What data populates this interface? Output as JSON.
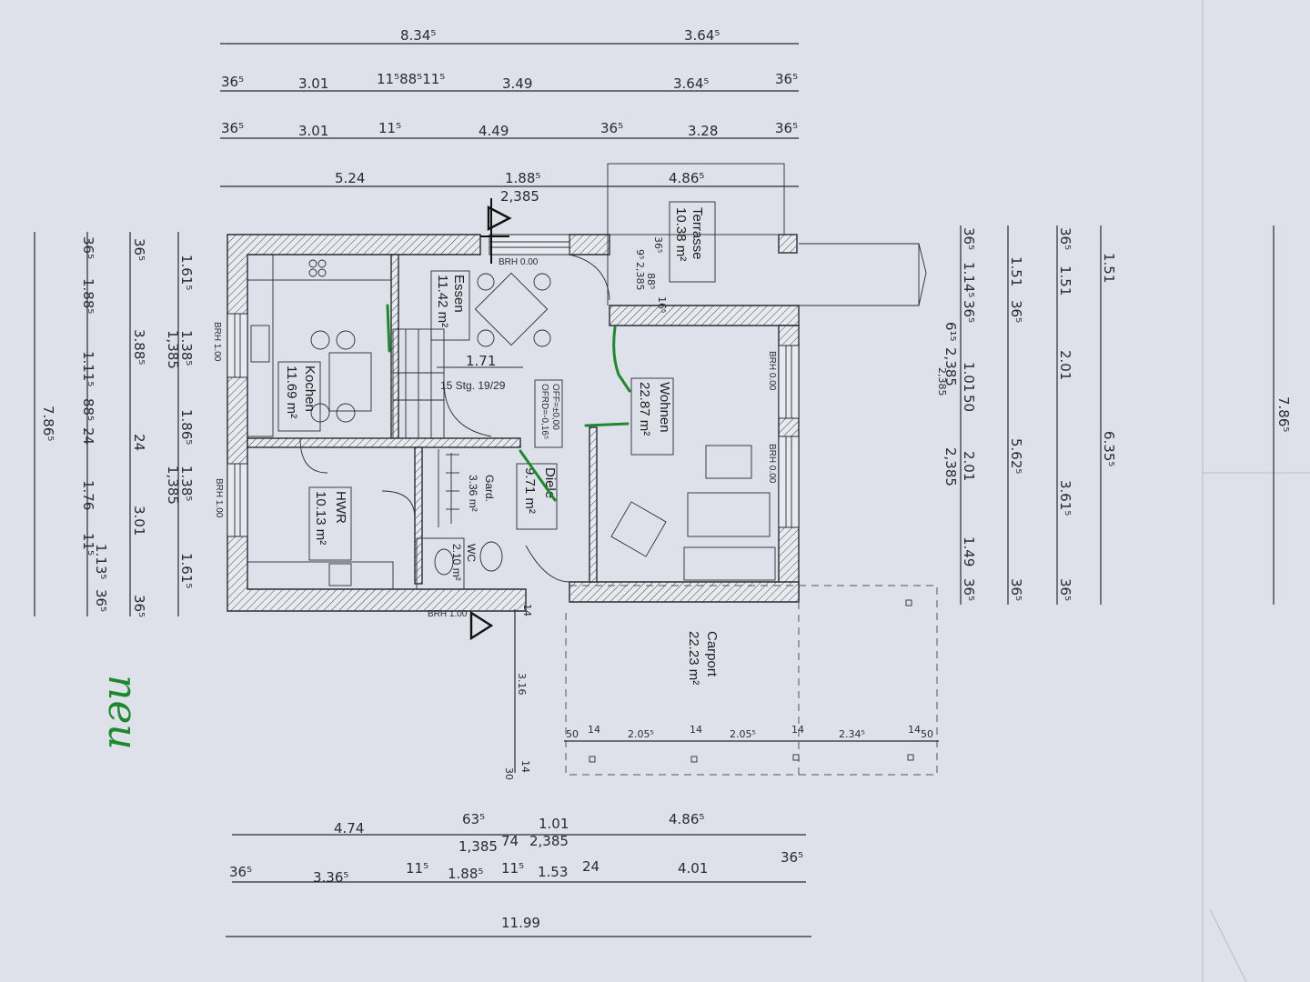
{
  "plan": {
    "dims_top_row1": [
      "8.34⁵",
      "3.64⁵"
    ],
    "dims_top_row2": [
      "36⁵",
      "3.01",
      "11⁵88⁵11⁵",
      "3.49",
      "3.64⁵",
      "36⁵"
    ],
    "dims_top_row3": [
      "36⁵",
      "3.01",
      "11⁵",
      "4.49",
      "36⁵",
      "3.28",
      "36⁵"
    ],
    "dims_top_row4": [
      "5.24",
      "1.88⁵",
      "2,385",
      "4.86⁵"
    ],
    "dims_left_outer": "7.86⁵",
    "dims_left_row2": [
      "36⁵",
      "1.88⁵",
      "1.11⁵",
      "88⁵",
      "24",
      "1.76",
      "11⁵",
      "1.13⁵",
      "36⁵"
    ],
    "dims_left_row3": [
      "36⁵",
      "3.88⁵",
      "24",
      "3.01",
      "36⁵"
    ],
    "dims_left_row4": [
      "1.61⁵",
      "1.38⁵",
      "1,385",
      "1.86⁵",
      "1.38⁵",
      "1,385",
      "1.61⁵"
    ],
    "dims_right_outer": "7.86⁵",
    "dims_right_row1": [
      "1.51",
      "6.35⁵"
    ],
    "dims_right_row2": [
      "36⁵",
      "1.51",
      "2.01",
      "3.61⁵",
      "36⁵"
    ],
    "dims_right_row3": [
      "1.51",
      "36⁵",
      "5.62⁵",
      "36⁵"
    ],
    "dims_right_row4": [
      "36⁵",
      "1.14⁵",
      "36⁵",
      "1.01",
      "50",
      "2.01",
      "1.49",
      "36⁵",
      "6¹⁵",
      "2,385",
      "2,385"
    ],
    "dims_bottom_row1": [
      "4.74",
      "63⁵",
      "1.01",
      "4.86⁵",
      "1,385",
      "74",
      "2,385"
    ],
    "dims_bottom_row2": [
      "36⁵",
      "3.36⁵",
      "11⁵",
      "1.88⁵",
      "11⁵",
      "1.53",
      "24",
      "4.01",
      "36⁵"
    ],
    "dims_bottom_total": "11.99",
    "carport_dims": [
      "50",
      "14",
      "2.05⁵",
      "14",
      "2.05⁵",
      "14",
      "2.34⁵",
      "14",
      "50"
    ],
    "carport_side": [
      "3.16",
      "14",
      "30",
      "14"
    ],
    "terrace_dims": [
      "36⁵",
      "88⁵",
      "16⁵",
      "9⁵",
      "2,385",
      "2,385"
    ],
    "rooms": {
      "terrasse": {
        "name": "Terrasse",
        "area": "10.38  m²"
      },
      "essen": {
        "name": "Essen",
        "area": "11.42  m²"
      },
      "kochen": {
        "name": "Kochen",
        "area": "11.69  m²"
      },
      "wohnen": {
        "name": "Wohnen",
        "area": "22.87  m²"
      },
      "hwr": {
        "name": "HWR",
        "area": "10.13  m²"
      },
      "garderobe": {
        "name": "Gard.",
        "area": "3.36  m²"
      },
      "wc": {
        "name": "WC",
        "area": "2.10  m²"
      },
      "diele": {
        "name": "Diele",
        "area": "9.71  m²"
      },
      "carport": {
        "name": "Carport",
        "area": "22.23  m²"
      }
    },
    "stairs_label": "15 Stg. 19/29",
    "stairs_dim": "1.71",
    "level_label_1": "OFF=±0,00",
    "level_label_2": "OFRD=-0,16⁵",
    "brh": [
      "BRH 0.00",
      "BRH 1.00",
      "BRH 1.00",
      "BRH 0.00",
      "BRH 0.00",
      "BRH 1.00"
    ],
    "handwritten_note": "neu"
  },
  "colors": {
    "paper": "#dfe1ea",
    "ink": "#2a2a33",
    "green_marker": "#1c8a2c"
  }
}
